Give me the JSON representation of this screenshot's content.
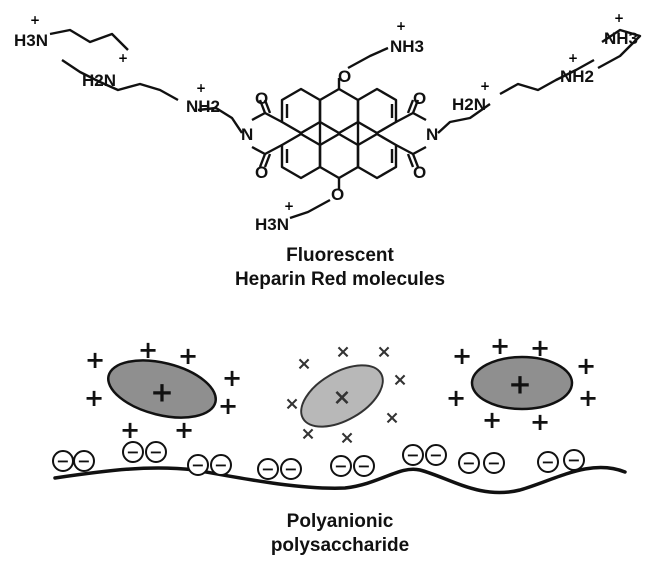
{
  "molecule": {
    "groups": {
      "h3n_left": "H3N",
      "h2n_left": "H2N",
      "nh2_left": "NH2",
      "nh3_top": "NH3",
      "h3n_bottom": "H3N",
      "nh3_right": "NH3",
      "nh2_right": "NH2",
      "h2n_right": "H2N"
    },
    "atoms": {
      "oxygen": "O",
      "nitrogen": "N"
    }
  },
  "labels": {
    "molecule_caption_line1": "Fluorescent",
    "molecule_caption_line2": "Heparin Red molecules",
    "polymer_caption_line1": "Polyanionic",
    "polymer_caption_line2": "polysaccharide"
  },
  "symbols": {
    "plus": "+",
    "minus": "−",
    "cross": "×"
  },
  "colors": {
    "ellipse_dark": "#8f8f8f",
    "ellipse_light": "#b8b8b8",
    "ink": "#111111"
  }
}
